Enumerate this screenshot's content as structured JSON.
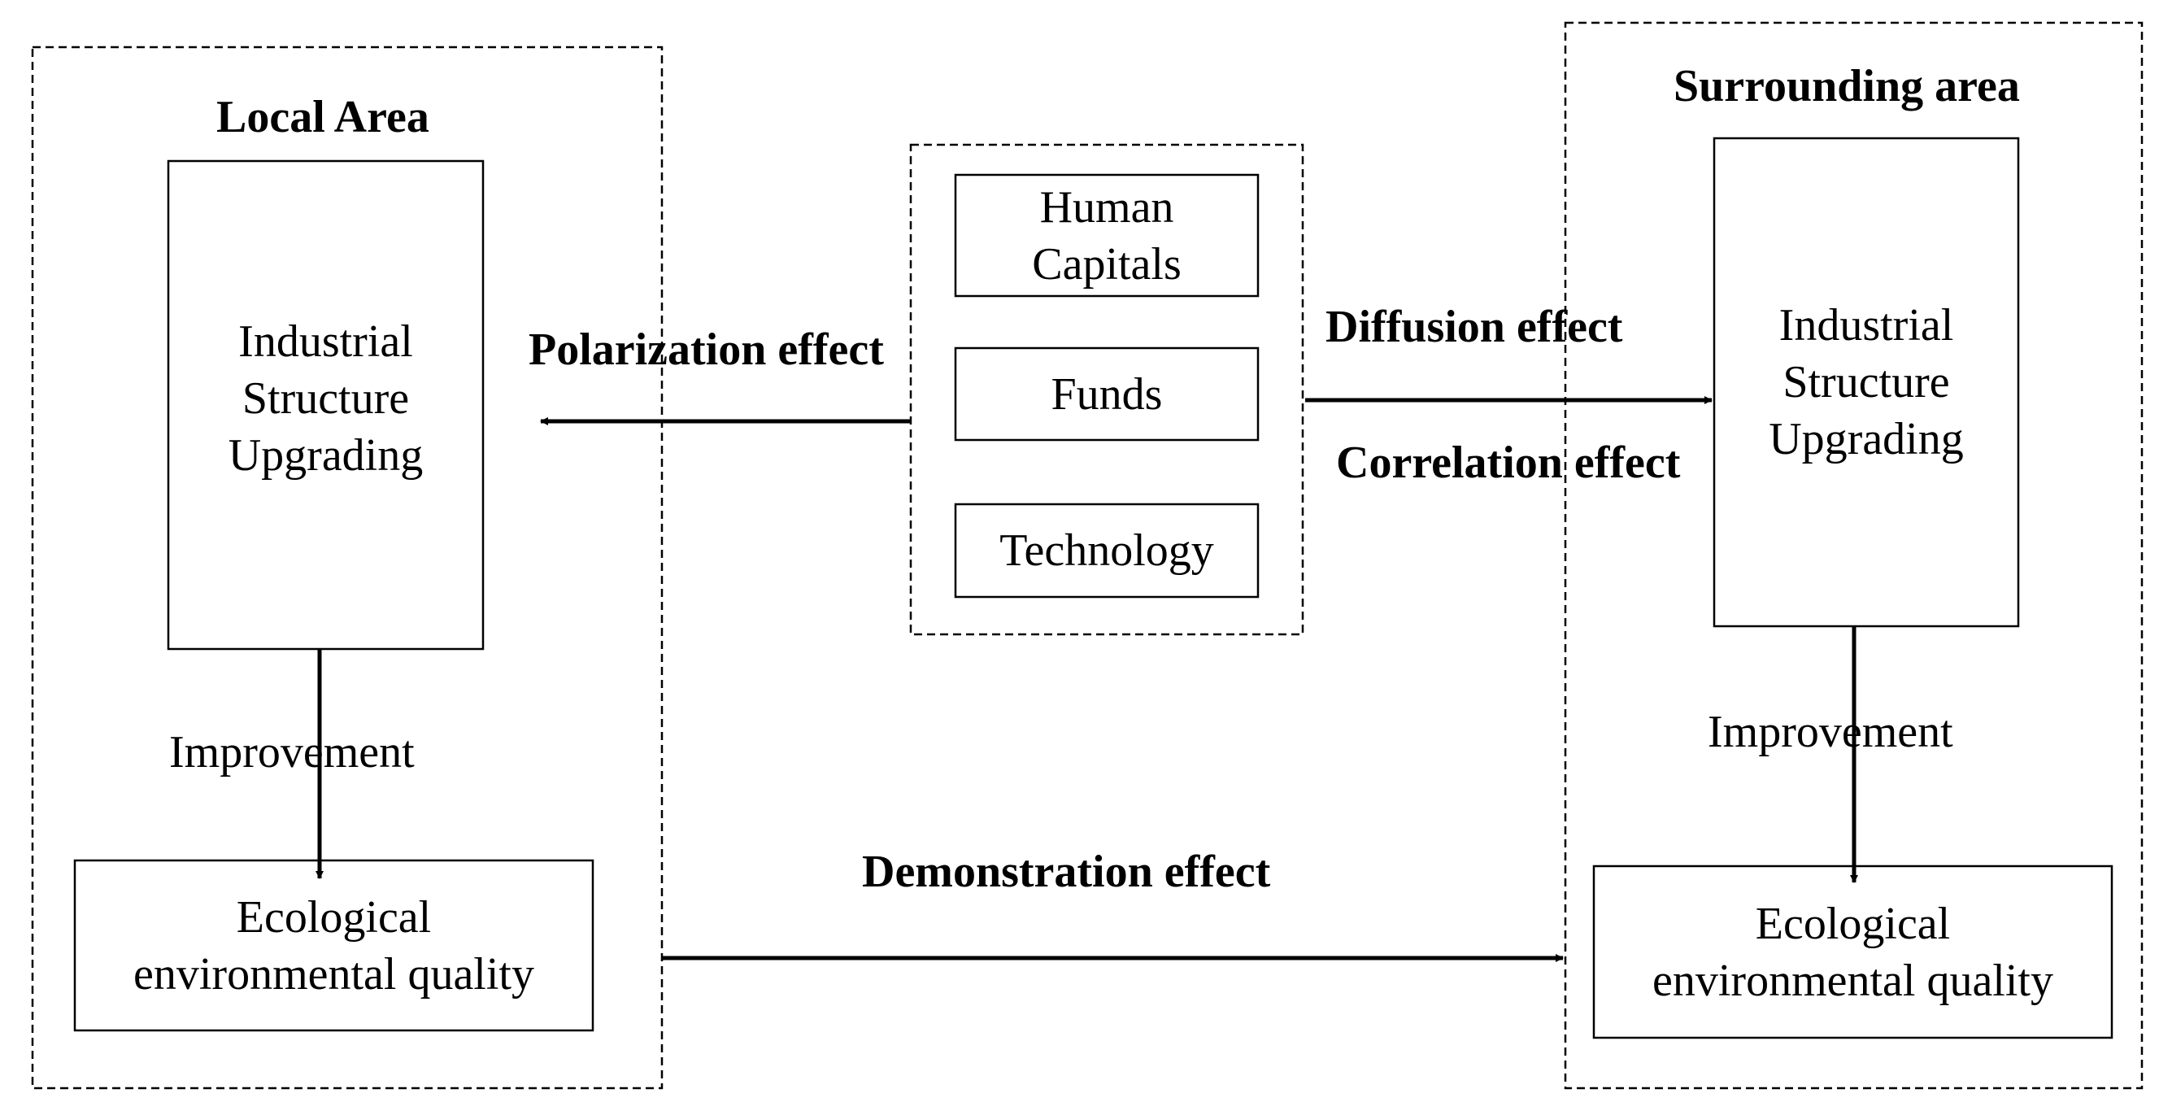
{
  "local": {
    "title": "Local Area",
    "structure_box": "Industrial\nStructure\nUpgrading",
    "improvement": "Improvement",
    "eco_box": "Ecological\nenvironmental quality"
  },
  "surrounding": {
    "title": "Surrounding area",
    "structure_box": "Industrial\nStructure\nUpgrading",
    "improvement": "Improvement",
    "eco_box": "Ecological\nenvironmental quality"
  },
  "factors": {
    "items": [
      "Human\nCapitals",
      "Funds",
      "Technology"
    ]
  },
  "effects": {
    "polarization": "Polarization effect",
    "diffusion": "Diffusion effect",
    "correlation": "Correlation effect",
    "demonstration": "Demonstration effect"
  },
  "colors": {
    "line": "#000000",
    "background": "#ffffff"
  }
}
